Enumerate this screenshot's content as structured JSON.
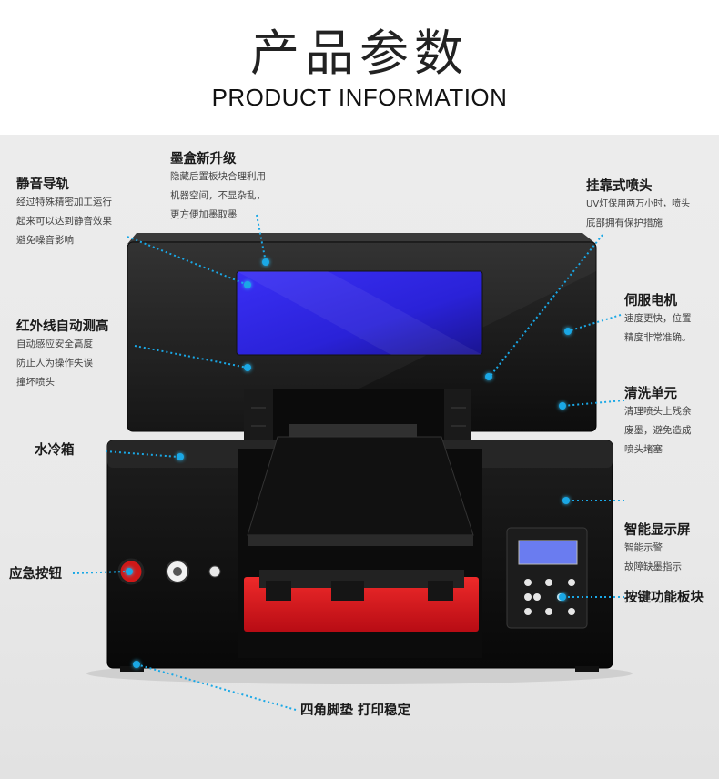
{
  "header": {
    "title_cn": "产品参数",
    "title_en": "PRODUCT INFORMATION"
  },
  "features": {
    "guide_rail": {
      "title": "静音导轨",
      "lines": [
        "经过特殊精密加工运行",
        "起来可以达到静音效果",
        "避免噪音影响"
      ]
    },
    "ink_cartridge": {
      "title": "墨盒新升级",
      "lines": [
        "隐藏后置板块合理利用",
        "机器空间，不显杂乱，",
        "更方便加墨取墨"
      ]
    },
    "hanging_head": {
      "title": "挂靠式喷头",
      "lines": [
        "UV灯保用两万小时，喷头",
        "底部拥有保护措施"
      ]
    },
    "infrared_height": {
      "title": "红外线自动测高",
      "lines": [
        "自动感应安全高度",
        "防止人为操作失误",
        "撞坏喷头"
      ]
    },
    "servo_motor": {
      "title": "伺服电机",
      "lines": [
        "速度更快，位置",
        "精度非常准确。"
      ]
    },
    "cleaning_unit": {
      "title": "清洗单元",
      "lines": [
        "清理喷头上残余",
        "废墨，避免造成",
        "喷头堵塞"
      ]
    },
    "water_cooling": {
      "title": "水冷箱"
    },
    "smart_display": {
      "title": "智能显示屏",
      "lines": [
        "智能示警",
        "故障缺墨指示"
      ]
    },
    "emergency_button": {
      "title": "应急按钮"
    },
    "keypad_panel": {
      "title": "按键功能板块"
    },
    "corner_feet": {
      "title": "四角脚垫 打印稳定"
    }
  },
  "colors": {
    "accent_dot": "#1aa8e6",
    "body": "#141414",
    "window": "#2a22e0",
    "tray": "#d8141c",
    "lcd": "#6a7cf0"
  }
}
